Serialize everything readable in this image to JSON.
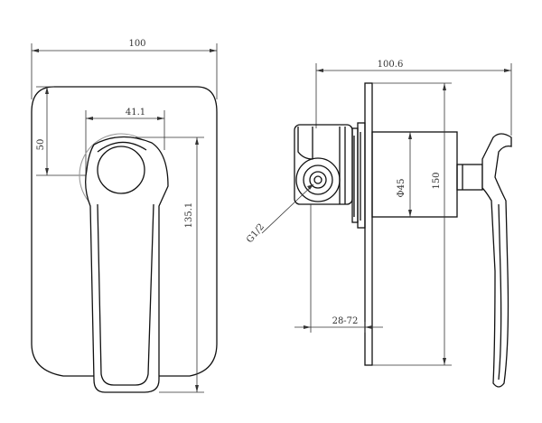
{
  "dimensions": {
    "front_width": "100",
    "handle_offset": "41.1",
    "vertical_offset": "50",
    "handle_height": "135.1",
    "side_depth": "100.6",
    "body_diameter": "Φ45",
    "plate_height": "150",
    "thread": "G1/2",
    "adjust_range": "28-72"
  }
}
